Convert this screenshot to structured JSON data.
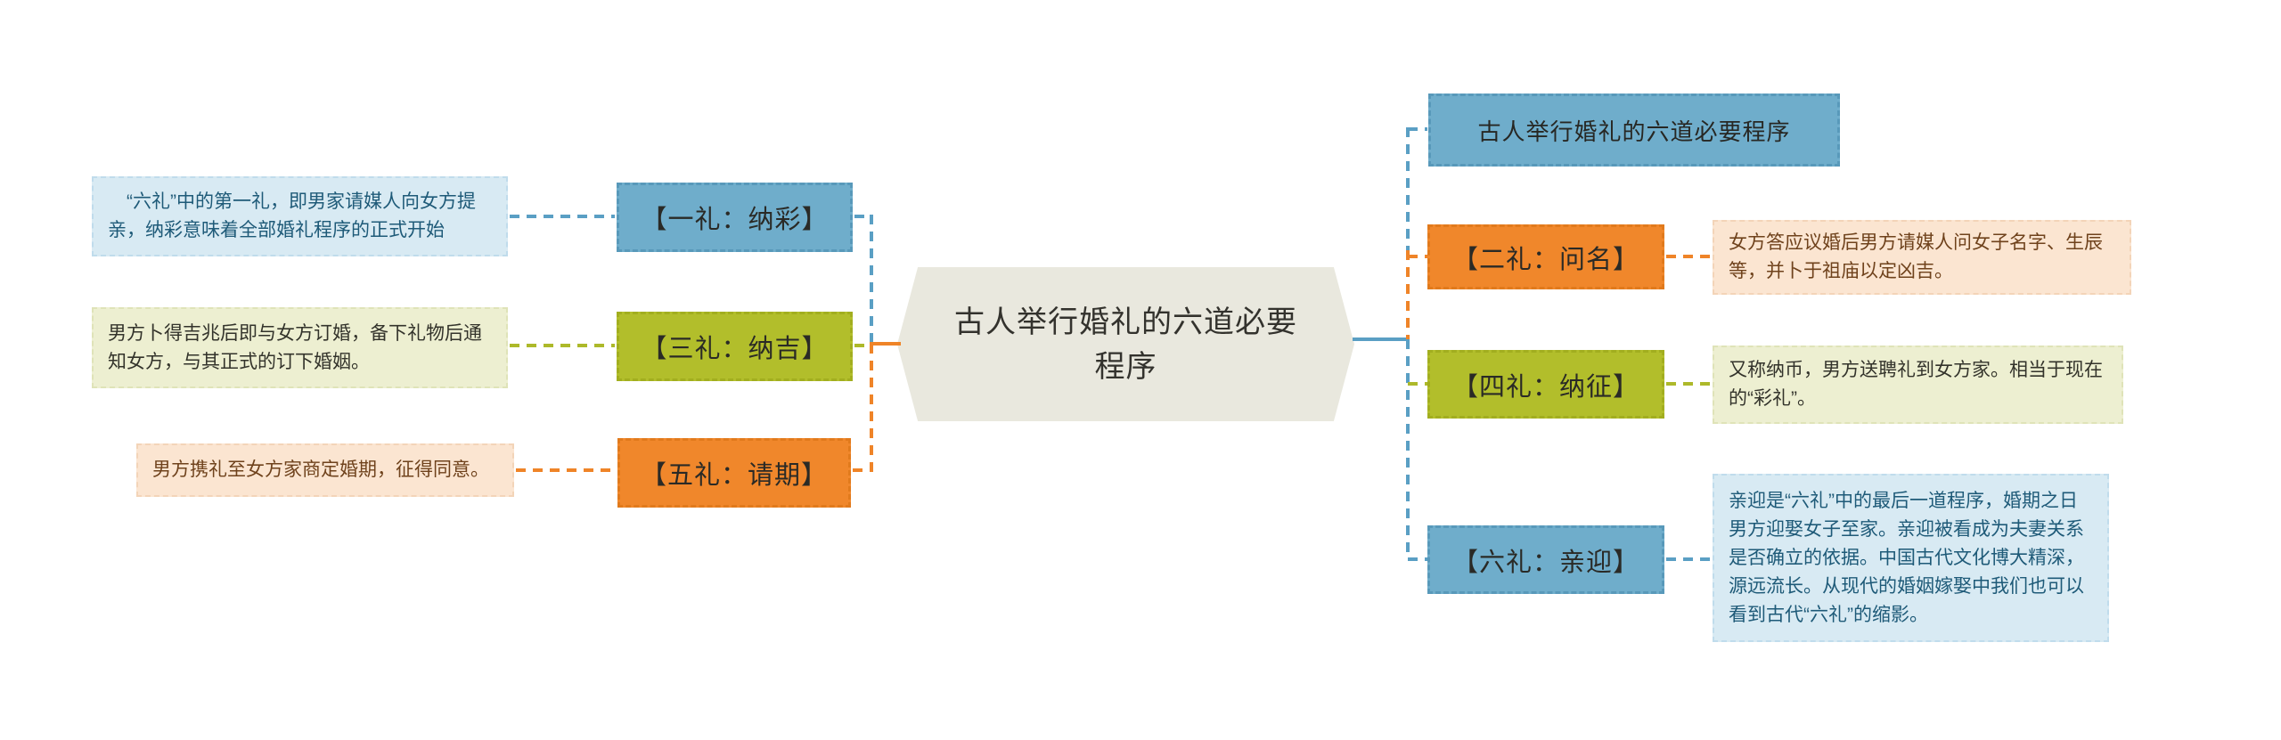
{
  "title": "古人举行婚礼的六道必要程序",
  "center_node": {
    "label": "古人举行婚礼的六道必要程序"
  },
  "summary_node": {
    "label": "古人举行婚礼的六道必要程序"
  },
  "left_branch": {
    "nodes": [
      {
        "label": "【一礼：纳彩】",
        "theme": "blue",
        "description": "“六礼”中的第一礼，即男家请媒人向女方提亲，纳彩意味着全部婚礼程序的正式开始"
      },
      {
        "label": "【三礼：纳吉】",
        "theme": "olive",
        "description": "男方卜得吉兆后即与女方订婚，备下礼物后通知女方，与其正式的订下婚姻。"
      },
      {
        "label": "【五礼：请期】",
        "theme": "orange",
        "description": "男方携礼至女方家商定婚期，征得同意。"
      }
    ]
  },
  "right_branch": {
    "nodes": [
      {
        "label": "【二礼：问名】",
        "theme": "orange",
        "description": "女方答应议婚后男方请媒人问女子名字、生辰等，并卜于祖庙以定凶吉。"
      },
      {
        "label": "【四礼：纳征】",
        "theme": "olive",
        "description": "又称纳币，男方送聘礼到女方家。相当于现在的“彩礼”。"
      },
      {
        "label": "【六礼：亲迎】",
        "theme": "blue",
        "description": "亲迎是“六礼”中的最后一道程序，婚期之日男方迎娶女子至家。亲迎被看成为夫妻关系是否确立的依据。中国古代文化博大精深，源远流长。从现代的婚姻嫁娶中我们也可以看到古代“六礼”的缩影。"
      }
    ]
  },
  "colors": {
    "node_blue": "#6fadcb",
    "node_orange": "#f0872b",
    "node_olive": "#b2be2b",
    "desc_blue_bg": "#d8eaf3",
    "desc_blue_text": "#1e5a78",
    "desc_olive_bg": "#edefd1",
    "desc_olive_text": "#33332b",
    "desc_peach_bg": "#fbe5d1",
    "desc_peach_text": "#6f421c",
    "center_bg": "#e9e8de",
    "line_blue": "#5a9fc4",
    "line_orange": "#ef8428",
    "line_olive": "#adb92a"
  }
}
